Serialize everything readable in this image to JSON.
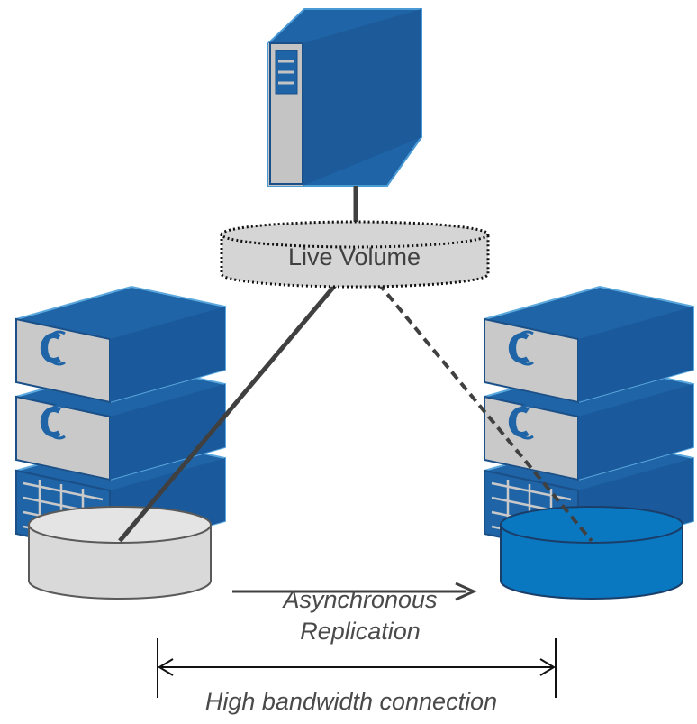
{
  "live_volume": {
    "label": "Live Volume"
  },
  "replication": {
    "line1": "Asynchronous",
    "line2": "Replication"
  },
  "connection": {
    "label": "High bandwidth connection"
  },
  "colors": {
    "server_blue": "#1f64a6",
    "server_blue_dark": "#1a4f88",
    "panel_gray": "#c9c9c9",
    "volume_gray": "#d5d5d5",
    "primary_disk": "#d9d9d9",
    "secondary_disk": "#0a78c0",
    "connector": "#404040"
  }
}
